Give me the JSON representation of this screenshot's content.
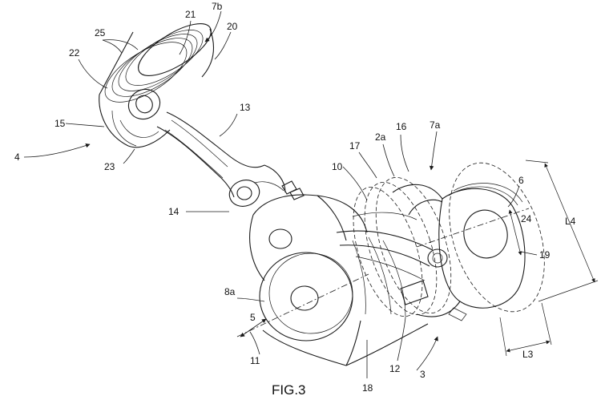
{
  "figure": {
    "caption": "FIG.3",
    "labels": {
      "l21": "21",
      "l7b": "7b",
      "l25": "25",
      "l20": "20",
      "l22": "22",
      "l13": "13",
      "l15": "15",
      "l4": "4",
      "l23": "23",
      "l16": "16",
      "l7a": "7a",
      "l2a": "2a",
      "l17": "17",
      "l10": "10",
      "l6": "6",
      "l14": "14",
      "l24": "24",
      "lL4": "L4",
      "l19": "19",
      "l8a": "8a",
      "l5": "5",
      "l11": "11",
      "l18": "18",
      "l12": "12",
      "l3": "3",
      "lL3": "L3"
    }
  }
}
